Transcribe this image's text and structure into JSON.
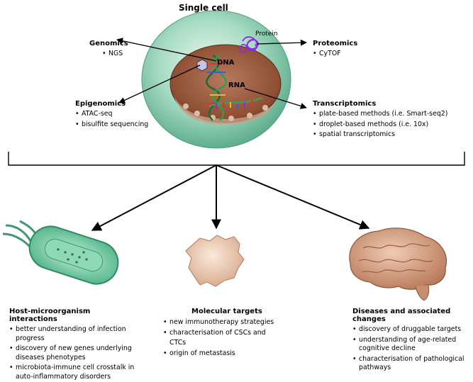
{
  "title": "Single cell",
  "cell_labels": {
    "protein": "Protein",
    "dna": "DNA",
    "rna": "RNA"
  },
  "omics": {
    "genomics": {
      "heading": "Genomics",
      "items": [
        "NGS"
      ]
    },
    "proteomics": {
      "heading": "Proteomics",
      "items": [
        "CyTOF"
      ]
    },
    "epigenomics": {
      "heading": "Epigenomics",
      "items": [
        "ATAC-seq",
        "bisulfite sequencing"
      ]
    },
    "transcriptomics": {
      "heading": "Transcriptomics",
      "items": [
        "plate-based methods (i.e. Smart-seq2)",
        "droplet-based methods (i.e. 10x)",
        "spatial transcriptomics"
      ]
    }
  },
  "applications": {
    "host": {
      "heading": "Host-microorganism interactions",
      "items": [
        "better understanding of infection progress",
        "discovery of new genes underlying diseases phenotypes",
        "microbiota-immune cell crosstalk in auto-inflammatory disorders"
      ]
    },
    "molecular": {
      "heading": "Molecular targets",
      "items": [
        "new immunotherapy strategies",
        "characterisation of CSCs and CTCs",
        "origin of metastasis"
      ]
    },
    "diseases": {
      "heading": "Diseases and associated changes",
      "items": [
        "discovery of druggable targets",
        "understanding of age-related cognitive decline",
        "characterisation of pathological pathways"
      ]
    }
  },
  "colors": {
    "cell_outer": "#8fd3b8",
    "nucleus": "#9b5a3c",
    "protein": "#8a2be2",
    "bacterium": "#63c39c",
    "brain": "#d9a98c"
  }
}
